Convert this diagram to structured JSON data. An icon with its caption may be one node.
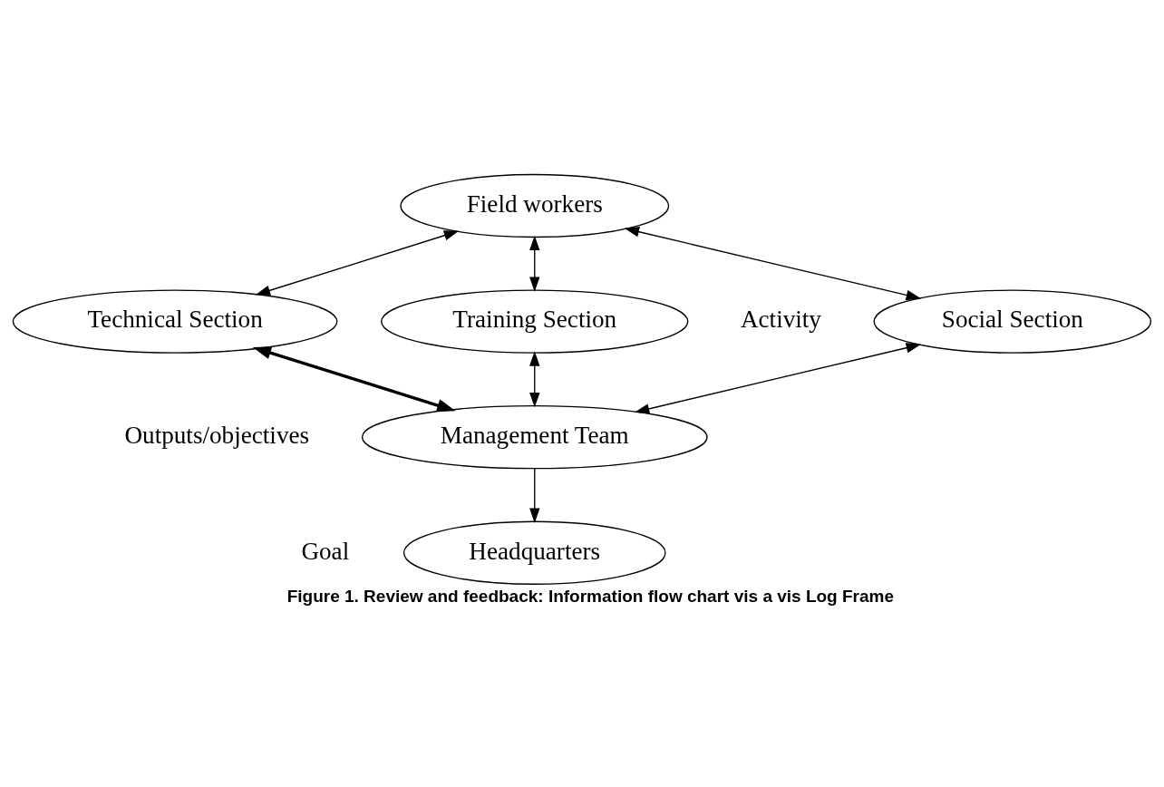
{
  "diagram": {
    "caption": "Figure 1. Review and feedback: Information flow chart vis a vis Log Frame",
    "nodes": [
      {
        "text": [
          "Field workers"
        ]
      },
      {
        "text": [
          "Social Section"
        ]
      },
      {
        "text": [
          "Technical Section"
        ]
      },
      {
        "text": [
          "Training Section"
        ]
      },
      {
        "text": [
          "Management Team"
        ]
      },
      {
        "text": [
          "Headquarters"
        ]
      }
    ],
    "edges": [
      {
        "from": 0,
        "to": 1,
        "arrow": "both"
      },
      {
        "from": 0,
        "to": 2,
        "arrow": "both"
      },
      {
        "from": 0,
        "to": 3,
        "arrow": "both"
      },
      {
        "from": 1,
        "to": 4,
        "arrow": "both"
      },
      {
        "from": 2,
        "to": 4,
        "arrow": "both",
        "style": "thick"
      },
      {
        "from": 3,
        "to": 4,
        "arrow": "both"
      },
      {
        "from": 4,
        "to": 5,
        "arrow": "to"
      }
    ],
    "labels": [
      "Activity",
      "Outputs/objectives",
      "Goal"
    ]
  }
}
